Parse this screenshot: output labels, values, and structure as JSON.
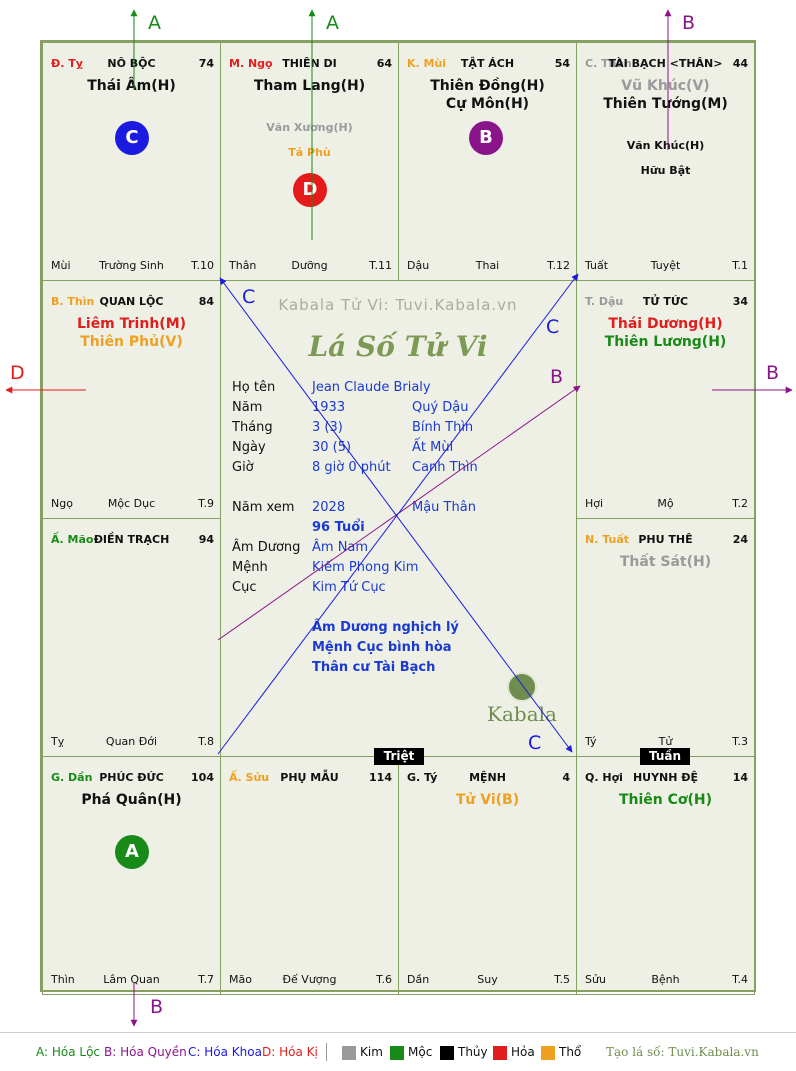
{
  "cells": [
    {
      "id": "ty",
      "corner": "Đ. Tỵ",
      "corner_color": "#e01e1e",
      "palace": "NÔ BỘC",
      "number": "74",
      "major": [
        {
          "text": "Thái Âm(H)",
          "color": "#111111"
        }
      ],
      "minor": [],
      "bottom_left": "Mùi",
      "bottom_center": "Trường Sinh",
      "bottom_right": "T.10"
    },
    {
      "id": "ngo",
      "corner": "M. Ngọ",
      "corner_color": "#e01e1e",
      "palace": "THIÊN DI",
      "number": "64",
      "major": [
        {
          "text": "Tham Lang(H)",
          "color": "#111111"
        }
      ],
      "minor": [
        {
          "text": "Văn Xương(H)",
          "color": "#9a9a9a"
        },
        {
          "text": "Tả Phù",
          "color": "#f0a020"
        }
      ],
      "bottom_left": "Thân",
      "bottom_center": "Dưỡng",
      "bottom_right": "T.11"
    },
    {
      "id": "mui",
      "corner": "K. Mùi",
      "corner_color": "#f0a020",
      "palace": "TẬT ÁCH",
      "number": "54",
      "major": [
        {
          "text": "Thiên Đồng(H)",
          "color": "#111111"
        },
        {
          "text": "Cự Môn(H)",
          "color": "#111111"
        }
      ],
      "minor": [],
      "bottom_left": "Dậu",
      "bottom_center": "Thai",
      "bottom_right": "T.12"
    },
    {
      "id": "than",
      "corner": "C. Thân",
      "corner_color": "#9a9a9a",
      "palace": "TÀI BẠCH <THÂN>",
      "number": "44",
      "major": [
        {
          "text": "Vũ Khúc(V)",
          "color": "#9a9a9a"
        },
        {
          "text": "Thiên Tướng(M)",
          "color": "#111111"
        }
      ],
      "minor": [
        {
          "text": "Văn Khúc(H)",
          "color": "#111111"
        },
        {
          "text": "Hữu Bật",
          "color": "#111111"
        }
      ],
      "bottom_left": "Tuất",
      "bottom_center": "Tuyệt",
      "bottom_right": "T.1"
    },
    {
      "id": "thin",
      "corner": "B. Thìn",
      "corner_color": "#f0a020",
      "palace": "QUAN LỘC",
      "number": "84",
      "major": [
        {
          "text": "Liêm Trinh(M)",
          "color": "#e01e1e"
        },
        {
          "text": "Thiên Phủ(V)",
          "color": "#f0a020"
        }
      ],
      "minor": [],
      "bottom_left": "Ngọ",
      "bottom_center": "Mộc Dục",
      "bottom_right": "T.9"
    },
    {
      "id": "dau",
      "corner": "T. Dậu",
      "corner_color": "#9a9a9a",
      "palace": "TỬ TỨC",
      "number": "34",
      "major": [
        {
          "text": "Thái Dương(H)",
          "color": "#e01e1e"
        },
        {
          "text": "Thiên Lương(H)",
          "color": "#178a17"
        }
      ],
      "minor": [],
      "bottom_left": "Hợi",
      "bottom_center": "Mộ",
      "bottom_right": "T.2"
    },
    {
      "id": "mao",
      "corner": "Ấ. Mão",
      "corner_color": "#178a17",
      "palace": "ĐIỀN TRẠCH",
      "number": "94",
      "major": [],
      "minor": [],
      "bottom_left": "Tỵ",
      "bottom_center": "Quan Đới",
      "bottom_right": "T.8"
    },
    {
      "id": "tuat",
      "corner": "N. Tuất",
      "corner_color": "#f0a020",
      "palace": "PHU THÊ",
      "number": "24",
      "major": [
        {
          "text": "Thất Sát(H)",
          "color": "#9a9a9a"
        }
      ],
      "minor": [],
      "bottom_left": "Tý",
      "bottom_center": "Tử",
      "bottom_right": "T.3"
    },
    {
      "id": "dan",
      "corner": "G. Dần",
      "corner_color": "#178a17",
      "palace": "PHÚC ĐỨC",
      "number": "104",
      "major": [
        {
          "text": "Phá Quân(H)",
          "color": "#111111"
        }
      ],
      "minor": [],
      "bottom_left": "Thìn",
      "bottom_center": "Lâm Quan",
      "bottom_right": "T.7"
    },
    {
      "id": "suu",
      "corner": "Ấ. Sửu",
      "corner_color": "#f0a020",
      "palace": "PHỤ MẪU",
      "number": "114",
      "major": [],
      "minor": [],
      "bottom_left": "Mão",
      "bottom_center": "Đế Vượng",
      "bottom_right": "T.6"
    },
    {
      "id": "tys",
      "corner": "G. Tý",
      "corner_color": "#111111",
      "palace": "MỆNH",
      "number": "4",
      "major": [
        {
          "text": "Tử Vi(B)",
          "color": "#f0a020"
        }
      ],
      "minor": [],
      "bottom_left": "Dần",
      "bottom_center": "Suy",
      "bottom_right": "T.5"
    },
    {
      "id": "hoi",
      "corner": "Q. Hợi",
      "corner_color": "#111111",
      "palace": "HUYNH ĐỆ",
      "number": "14",
      "major": [
        {
          "text": "Thiên Cơ(H)",
          "color": "#178a17"
        }
      ],
      "minor": [],
      "bottom_left": "Sửu",
      "bottom_center": "Bệnh",
      "bottom_right": "T.4"
    }
  ],
  "markers": [
    {
      "cell": "ty",
      "label": "C",
      "color": "#1a1ae0"
    },
    {
      "cell": "ngo",
      "label": "D",
      "color": "#e51b1b"
    },
    {
      "cell": "mui",
      "label": "B",
      "color": "#8a158a"
    },
    {
      "cell": "dan",
      "label": "A",
      "color": "#178a17"
    }
  ],
  "tags": {
    "triet": "Triệt",
    "tuan": "Tuần"
  },
  "center": {
    "watermark": "Kabala Tử Vi: Tuvi.Kabala.vn",
    "title": "Lá Số Tử Vi",
    "rows": [
      {
        "label": "Họ tên",
        "value": "Jean Claude Brialy",
        "extra": ""
      },
      {
        "label": "Năm",
        "value": "1933",
        "extra": "Quý Dậu"
      },
      {
        "label": "Tháng",
        "value": "3  (3)",
        "extra": "Bính Thìn"
      },
      {
        "label": "Ngày",
        "value": "30  (5)",
        "extra": "Ất Mùi"
      },
      {
        "label": "Giờ",
        "value": "8 giờ 0 phút",
        "extra": "Canh Thìn"
      }
    ],
    "year_view": {
      "label": "Năm xem",
      "value": "2028",
      "extra": "Mậu Thân",
      "age": "96 Tuổi"
    },
    "rows2": [
      {
        "label": "Âm Dương",
        "value": "Âm Nam"
      },
      {
        "label": "Mệnh",
        "value": "Kiếm Phong Kim"
      },
      {
        "label": "Cục",
        "value": "Kim Tứ Cục"
      }
    ],
    "notes": [
      "Âm Dương nghịch lý",
      "Mệnh Cục bình hòa",
      "Thân cư Tài Bạch"
    ],
    "logo_text": "Kabala"
  },
  "arrow_labels": {
    "a1": "A",
    "a2": "A",
    "b1": "B",
    "d": "D",
    "b2": "B",
    "b3": "B",
    "c1": "C",
    "c2": "C",
    "c3": "C",
    "b4": "B"
  },
  "legend": {
    "a": "A: Hóa Lộc",
    "b": "B: Hóa Quyền",
    "c": "C: Hóa Khoa",
    "d": "D: Hóa Kị",
    "elements": [
      {
        "name": "Kim",
        "color": "#9a9a9a"
      },
      {
        "name": "Mộc",
        "color": "#178a17"
      },
      {
        "name": "Thủy",
        "color": "#000000"
      },
      {
        "name": "Hỏa",
        "color": "#e01e1e"
      },
      {
        "name": "Thổ",
        "color": "#f0a020"
      }
    ],
    "credit": "Tạo lá số: Tuvi.Kabala.vn"
  }
}
